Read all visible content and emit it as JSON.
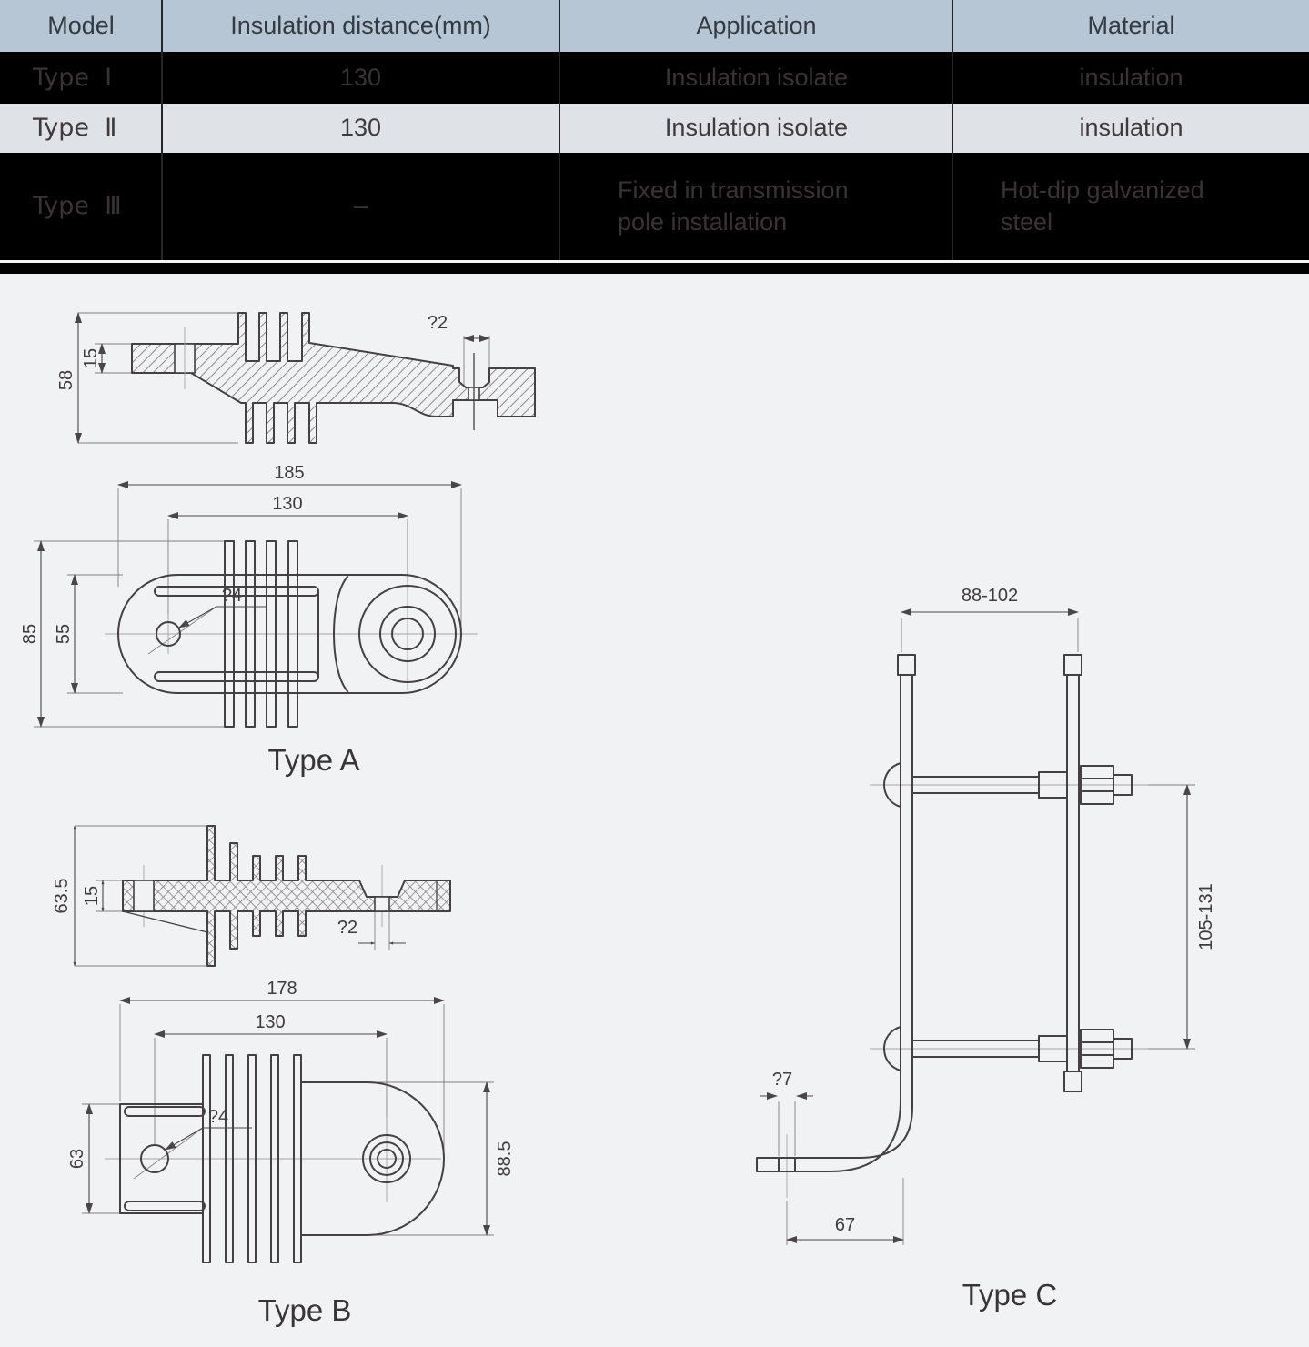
{
  "table": {
    "columns": [
      "Model",
      "Insulation distance(mm)",
      "Application",
      "Material"
    ],
    "rows": [
      {
        "model": "Type  Ⅰ",
        "distance": "130",
        "application": "Insulation isolate",
        "material": "insulation"
      },
      {
        "model": "Type  Ⅱ",
        "distance": "130",
        "application": "Insulation isolate",
        "material": "insulation"
      },
      {
        "model": "Type  Ⅲ",
        "distance": "–",
        "application": "Fixed in transmission\npole installation",
        "material": "Hot-dip galvanized\nsteel"
      }
    ]
  },
  "drawings": {
    "type_a": {
      "label": "Type A",
      "side": {
        "height": "58",
        "thickness": "15",
        "hole": "?2"
      },
      "top": {
        "length": "185",
        "distance": "130",
        "width": "85",
        "inner_width": "55",
        "hole": "?4"
      }
    },
    "type_b": {
      "label": "Type B",
      "side": {
        "height": "63.5",
        "thickness": "15",
        "hole": "?2"
      },
      "top": {
        "length": "178",
        "distance": "130",
        "left_width": "63",
        "right_width": "88.5",
        "hole": "?4"
      }
    },
    "type_c": {
      "label": "Type C",
      "dims": {
        "width": "88-102",
        "height": "105-131",
        "hole": "?7",
        "foot": "67"
      }
    }
  },
  "colors": {
    "header_bg": "#b6c6d4",
    "row_dark_bg": "#000000",
    "row_light_bg": "#dfe3e8",
    "canvas_bg": "#f1f2f4",
    "line": "#454042"
  }
}
